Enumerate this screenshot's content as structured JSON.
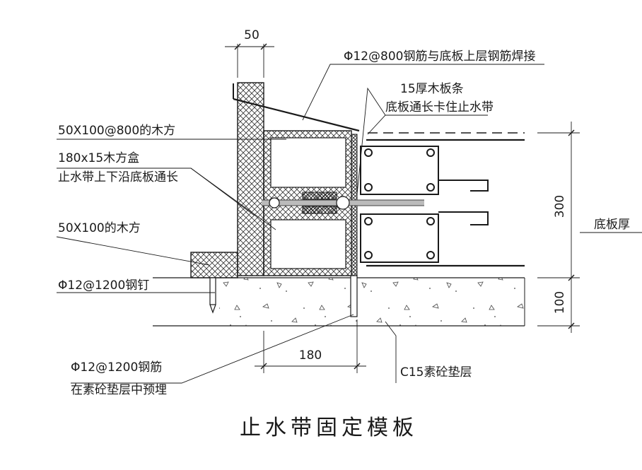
{
  "title": "止水带固定模板",
  "labels": {
    "rebar_weld": "Φ12@800钢筋与底板上层钢筋焊接",
    "wood_strip": "15厚木板条",
    "slab_clamp": "底板通长卡住止水带",
    "timber_800": "50X100@800的木方",
    "box_180": "180x15木方盒",
    "waterstop_along": "止水带上下沿底板通长",
    "timber_plain": "50X100的木方",
    "nail": "Φ12@1200钢钉",
    "embed_1": "Φ12@1200钢筋",
    "embed_2": "在素砼垫层中预埋",
    "cushion": "C15素砼垫层",
    "slab_thickness": "底板厚"
  },
  "dimensions": {
    "top_width": "50",
    "slab_300": "300",
    "cushion_100": "100",
    "box_180": "180"
  },
  "colors": {
    "line": "#1a1a1a",
    "hatch": "#333333",
    "background": "#ffffff"
  }
}
